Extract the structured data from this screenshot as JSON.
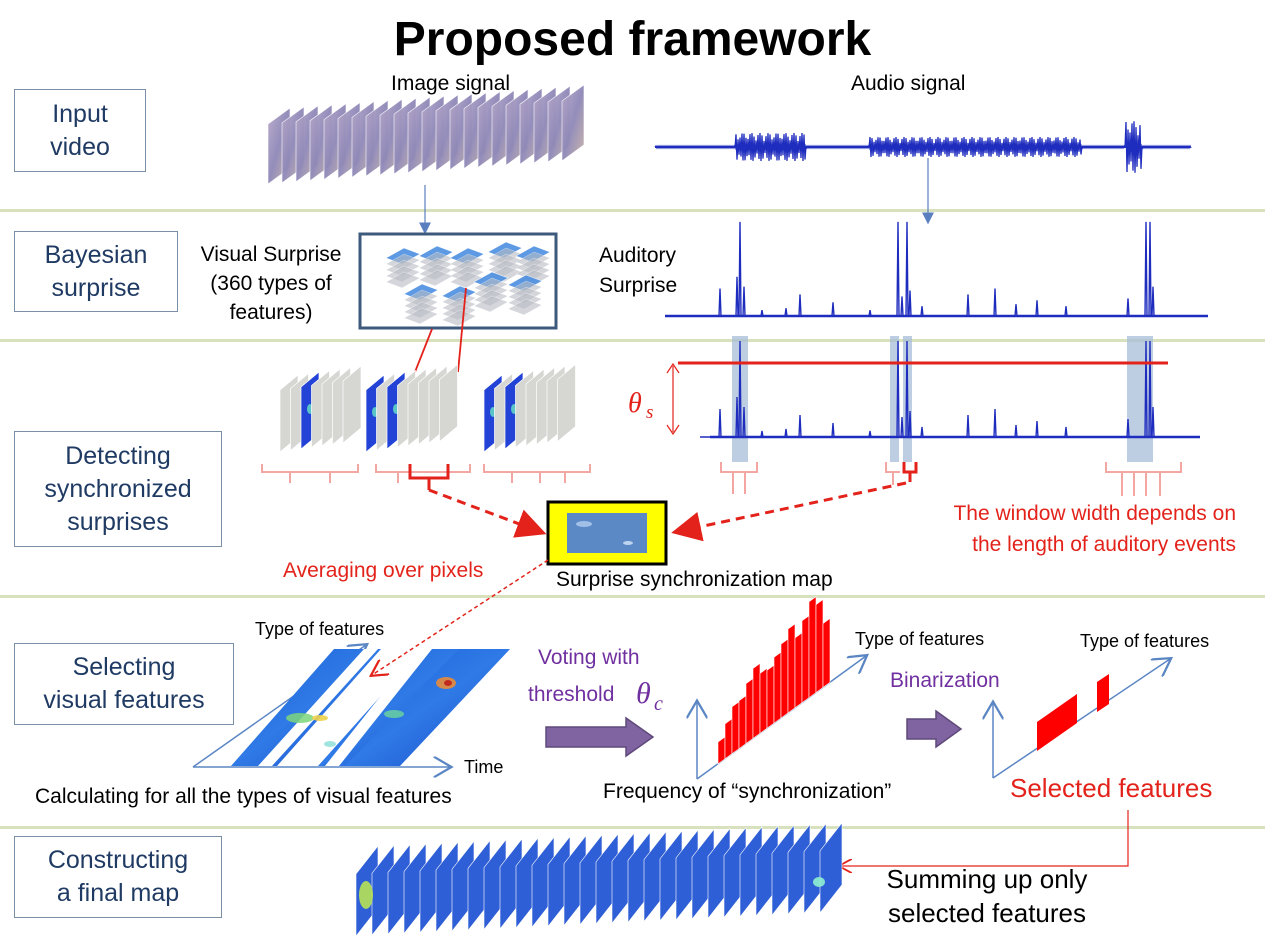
{
  "title": "Proposed framework",
  "stages": [
    {
      "line1": "Input",
      "line2": "video"
    },
    {
      "line1": "Bayesian",
      "line2": "surprise"
    },
    {
      "line1": "Detecting",
      "line2": "synchronized",
      "line3": "surprises"
    },
    {
      "line1": "Selecting",
      "line2": "visual features"
    },
    {
      "line1": "Constructing",
      "line2": "a final map"
    }
  ],
  "labels": {
    "image_signal": "Image signal",
    "audio_signal": "Audio signal",
    "visual_surprise_1": "Visual Surprise",
    "visual_surprise_2": "(360 types of",
    "visual_surprise_3": "features)",
    "auditory_surprise_1": "Auditory",
    "auditory_surprise_2": "Surprise",
    "theta_s": "θ",
    "theta_s_sub": "s",
    "window_note_1": "The window width depends on",
    "window_note_2": "the length of auditory events",
    "averaging": "Averaging over pixels",
    "sync_map": "Surprise synchronization map",
    "type_of_features": "Type of features",
    "time": "Time",
    "calc_all": "Calculating for all the types of visual features",
    "voting_1": "Voting with",
    "voting_2": "threshold",
    "theta_c": "θ",
    "theta_c_sub": "c",
    "type_of_features_2": "Type of features",
    "binarization": "Binarization",
    "type_of_features_3": "Type of features",
    "frequency": "Frequency of “synchronization”",
    "selected": "Selected features",
    "summing_1": "Summing up only",
    "summing_2": "selected features"
  },
  "colors": {
    "accent_red": "#e3231b",
    "stage_text": "#1f3a63",
    "audio_blue": "#1f2dbf",
    "purple": "#7030a0",
    "separator": "#d7e1bd"
  }
}
